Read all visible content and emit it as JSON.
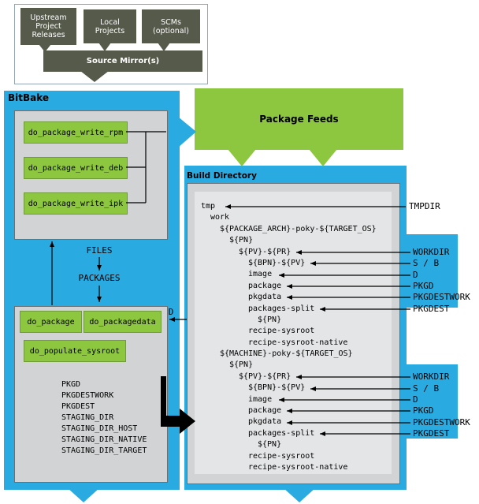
{
  "colors": {
    "blue": "#29ABE2",
    "green": "#8DC63F",
    "green_border": "#6F9B38",
    "olive": "#565A4B",
    "gray_fill": "#D1D3D4",
    "gray_border": "#6D6E71",
    "inner_fill": "#E4E5E7",
    "panel_border": "#94A6B3"
  },
  "sources_panel": {
    "upstream": "Upstream\nProject\nReleases",
    "local": "Local\nProjects",
    "scms": "SCMs\n(optional)",
    "mirror": "Source Mirror(s)"
  },
  "bitbake": {
    "title": "BitBake",
    "write_tasks": [
      "do_package_write_rpm",
      "do_package_write_deb",
      "do_package_write_ipk"
    ],
    "files_label": "FILES",
    "packages_label": "PACKAGES",
    "package_task": "do_package",
    "packagedata_task": "do_packagedata",
    "populate_sysroot_task": "do_populate_sysroot",
    "variables": [
      "PKGD",
      "PKGDESTWORK",
      "PKGDEST",
      "STAGING_DIR",
      "STAGING_DIR_HOST",
      "STAGING_DIR_NATIVE",
      "STAGING_DIR_TARGET"
    ],
    "d_label": "D"
  },
  "package_feeds": {
    "title": "Package Feeds"
  },
  "build_directory": {
    "title": "Build Directory",
    "tree": [
      {
        "text": "tmp",
        "depth": 0
      },
      {
        "text": "work",
        "depth": 1
      },
      {
        "text": "${PACKAGE_ARCH}-poky-${TARGET_OS}",
        "depth": 2
      },
      {
        "text": "${PN}",
        "depth": 3
      },
      {
        "text": "${PV}-${PR}",
        "depth": 4
      },
      {
        "text": "${BPN}-${PV}",
        "depth": 5
      },
      {
        "text": "image",
        "depth": 5
      },
      {
        "text": "package",
        "depth": 5
      },
      {
        "text": "pkgdata",
        "depth": 5
      },
      {
        "text": "packages-split",
        "depth": 5
      },
      {
        "text": "${PN}",
        "depth": 6
      },
      {
        "text": "recipe-sysroot",
        "depth": 5
      },
      {
        "text": "recipe-sysroot-native",
        "depth": 5
      },
      {
        "text": "${MACHINE}-poky-${TARGET_OS}",
        "depth": 2
      },
      {
        "text": "${PN}",
        "depth": 3
      },
      {
        "text": "${PV}-${PR}",
        "depth": 4
      },
      {
        "text": "${BPN}-${PV}",
        "depth": 5
      },
      {
        "text": "image",
        "depth": 5
      },
      {
        "text": "package",
        "depth": 5
      },
      {
        "text": "pkgdata",
        "depth": 5
      },
      {
        "text": "packages-split",
        "depth": 5
      },
      {
        "text": "${PN}",
        "depth": 6
      },
      {
        "text": "recipe-sysroot",
        "depth": 5
      },
      {
        "text": "recipe-sysroot-native",
        "depth": 5
      }
    ]
  },
  "right_labels": {
    "tmpdir": "TMPDIR",
    "group1": [
      "WORKDIR",
      "S / B",
      "D",
      "PKGD",
      "PKGDESTWORK",
      "PKGDEST"
    ],
    "group2": [
      "WORKDIR",
      "S / B",
      "D",
      "PKGD",
      "PKGDESTWORK",
      "PKGDEST"
    ]
  }
}
